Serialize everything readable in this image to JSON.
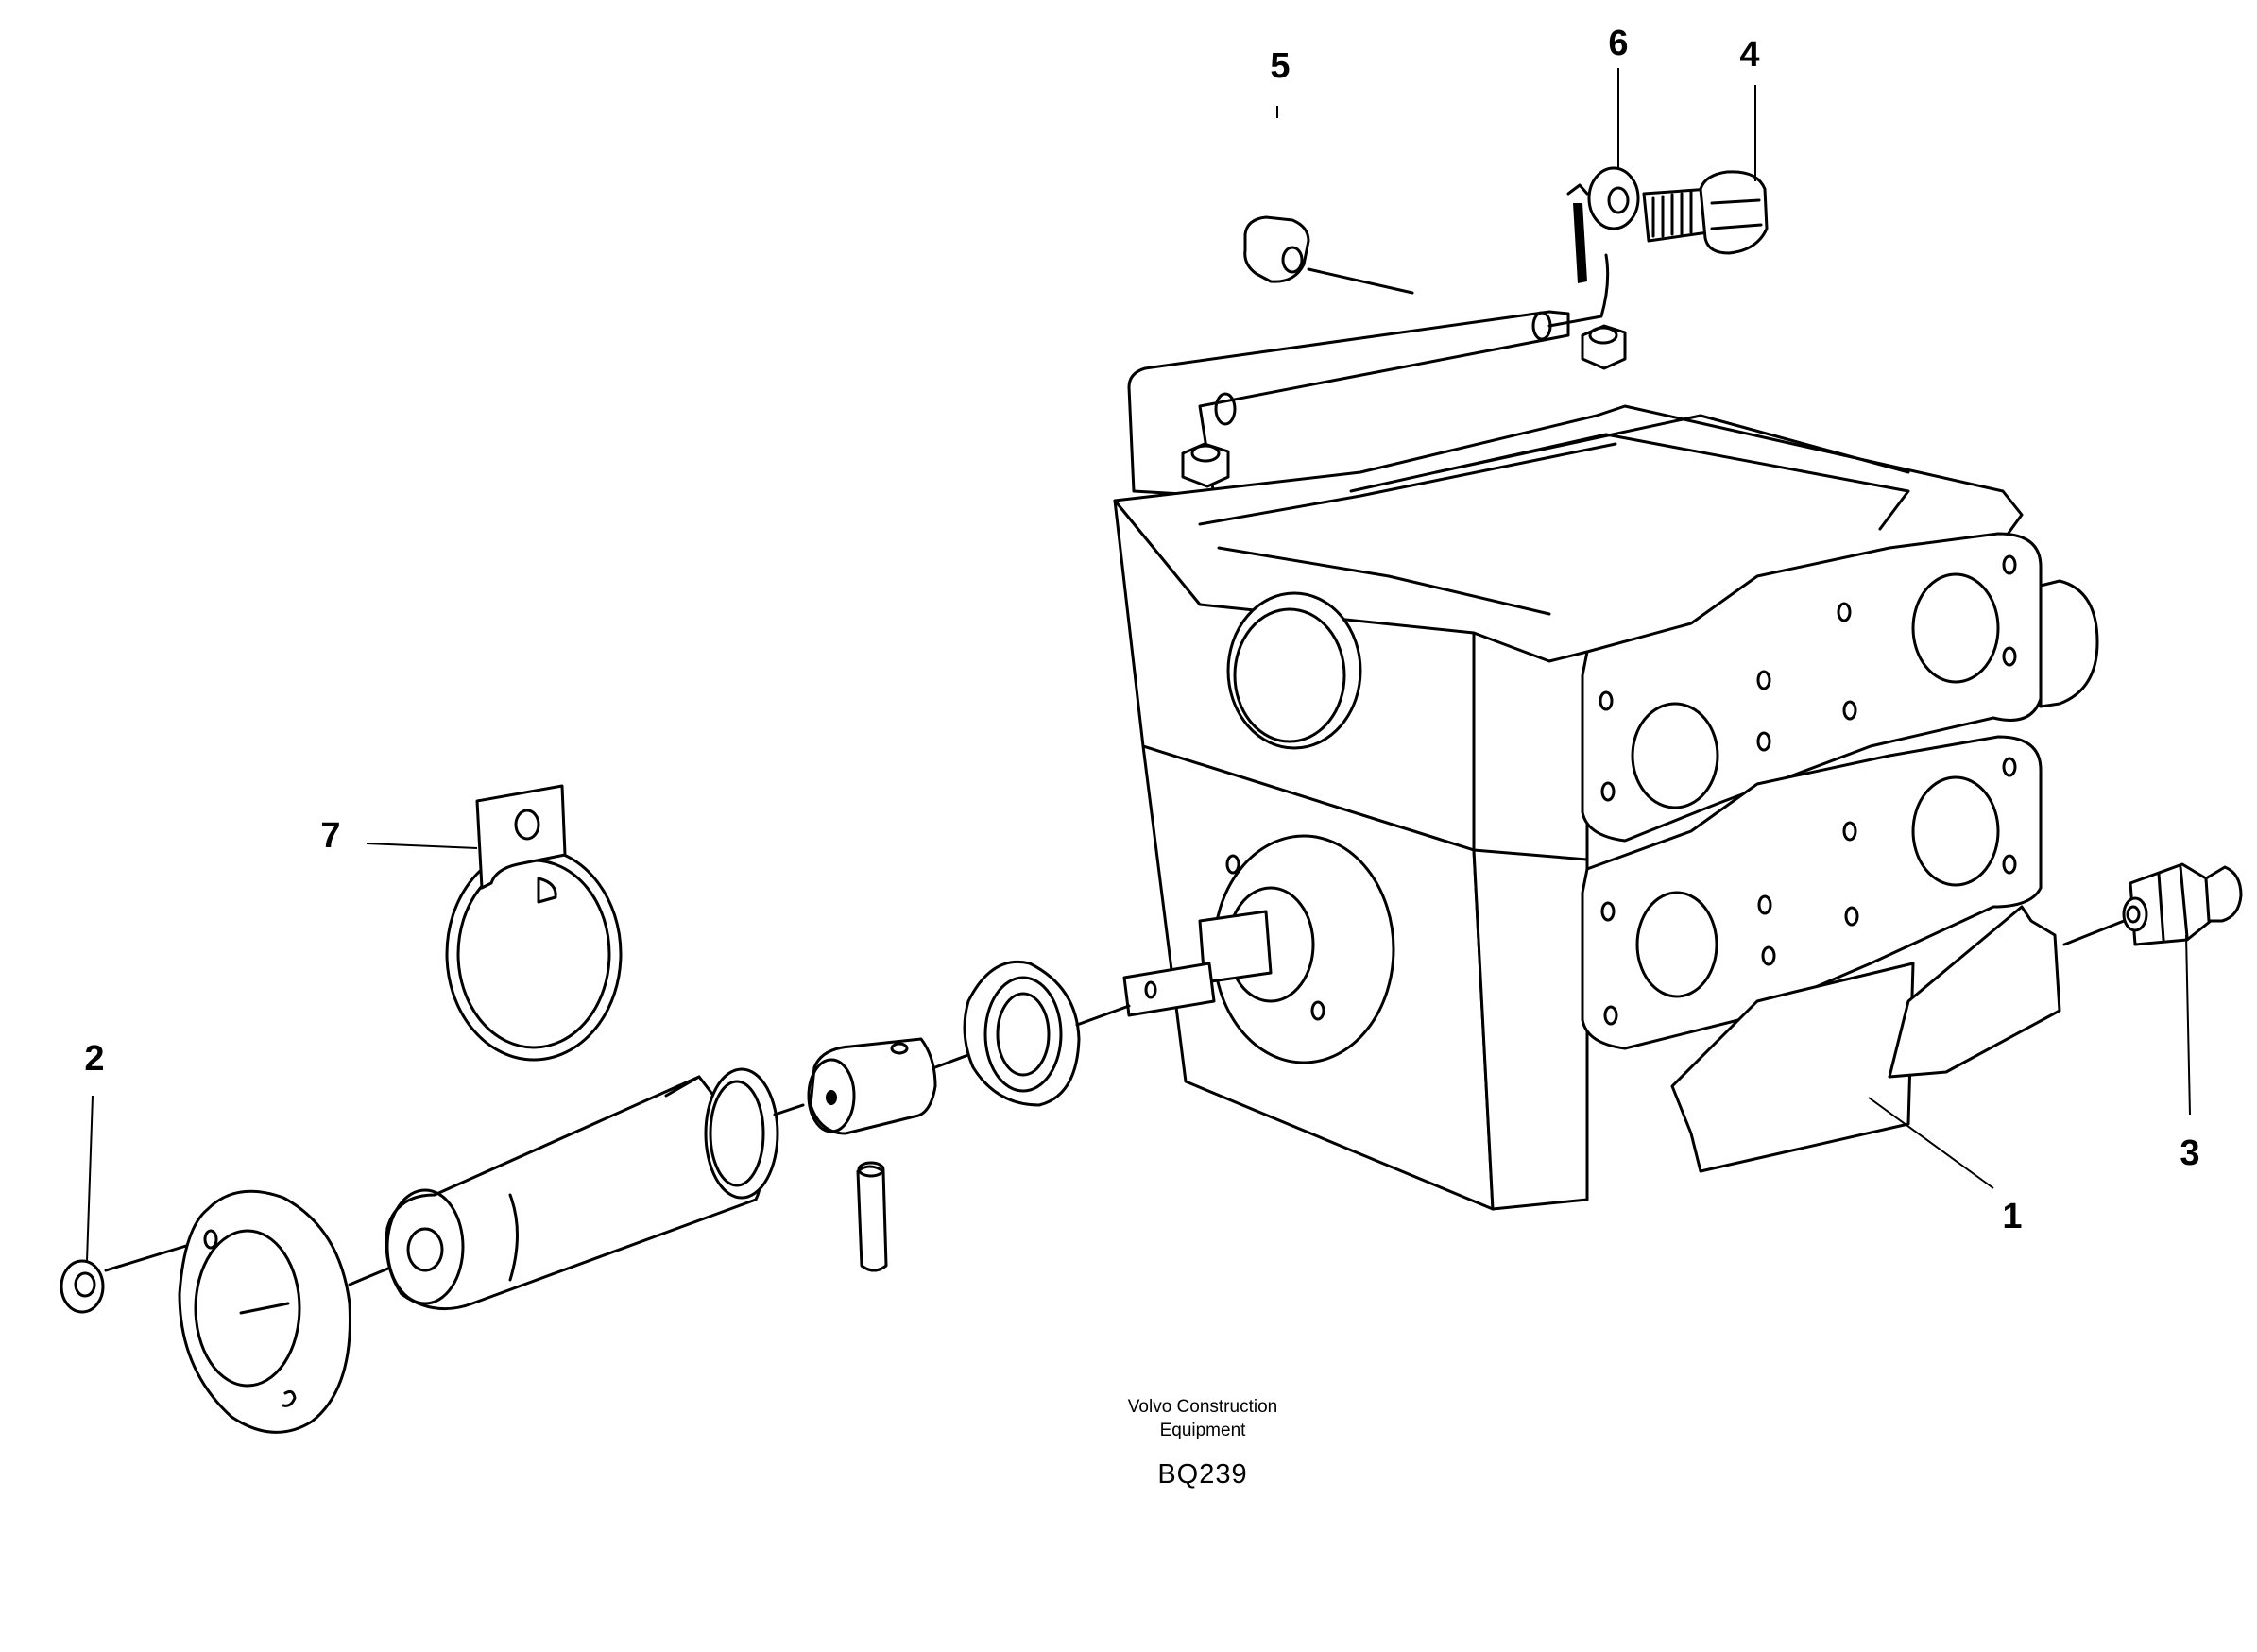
{
  "diagram": {
    "type": "exploded-parts-drawing",
    "callouts": [
      "1",
      "2",
      "3",
      "4",
      "5",
      "6",
      "7"
    ],
    "caption": {
      "line1": "Volvo Construction",
      "line2": "Equipment",
      "code": "BQ239"
    }
  }
}
